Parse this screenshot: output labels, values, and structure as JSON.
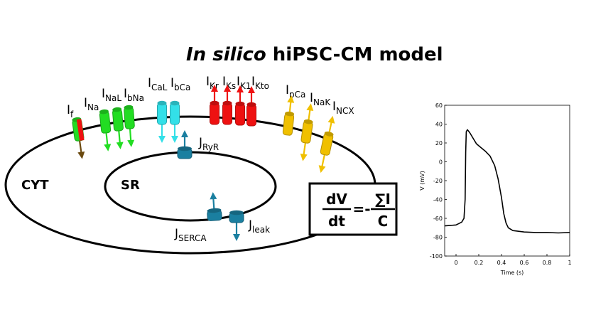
{
  "title": {
    "italic": "In silico",
    "rest": " hiPSC-CM model"
  },
  "compartments": {
    "cytosol": "CYT",
    "sr": "SR"
  },
  "currents": [
    {
      "main": "I",
      "sub": "f"
    },
    {
      "main": "I",
      "sub": "Na"
    },
    {
      "main": "I",
      "sub": "NaL"
    },
    {
      "main": "I",
      "sub": "bNa"
    },
    {
      "main": "I",
      "sub": "CaL"
    },
    {
      "main": "I",
      "sub": "bCa"
    },
    {
      "main": "I",
      "sub": "Kr"
    },
    {
      "main": "I",
      "sub": "Ks"
    },
    {
      "main": "I",
      "sub": "K1"
    },
    {
      "main": "I",
      "sub": "Kto"
    },
    {
      "main": "I",
      "sub": "pCa"
    },
    {
      "main": "I",
      "sub": "NaK"
    },
    {
      "main": "I",
      "sub": "NCX"
    }
  ],
  "fluxes": [
    {
      "main": "J",
      "sub": "RyR"
    },
    {
      "main": "J",
      "sub": "SERCA"
    },
    {
      "main": "J",
      "sub": "leak"
    }
  ],
  "equation": {
    "num_left": "dV",
    "den_left": "dt",
    "eq": "=-",
    "num_right": "∑I",
    "den_right": "C"
  },
  "colors": {
    "green": "#22dd22",
    "cyan": "#33e0e8",
    "red": "#ee1111",
    "yellow": "#f0c000",
    "teal": "#1a7fa0",
    "brown": "#6b4a10"
  },
  "chart_data": {
    "type": "line",
    "xlabel": "Time (s)",
    "ylabel": "V (mV)",
    "xlim": [
      -0.1,
      1
    ],
    "ylim": [
      -100,
      60
    ],
    "xticks": [
      0,
      0.2,
      0.4,
      0.6,
      0.8,
      1
    ],
    "yticks": [
      -100,
      -80,
      -60,
      -40,
      -20,
      0,
      20,
      40,
      60
    ],
    "x": [
      -0.1,
      0.0,
      0.05,
      0.07,
      0.08,
      0.085,
      0.09,
      0.1,
      0.12,
      0.15,
      0.18,
      0.22,
      0.26,
      0.3,
      0.34,
      0.37,
      0.4,
      0.42,
      0.44,
      0.46,
      0.5,
      0.6,
      0.7,
      0.8,
      0.9,
      1.0
    ],
    "y": [
      -68,
      -67,
      -64,
      -60,
      -40,
      10,
      32,
      34,
      31,
      25,
      19,
      15,
      11,
      6,
      -4,
      -18,
      -38,
      -55,
      -65,
      -70,
      -73,
      -74.5,
      -75,
      -75,
      -75.5,
      -75
    ]
  }
}
